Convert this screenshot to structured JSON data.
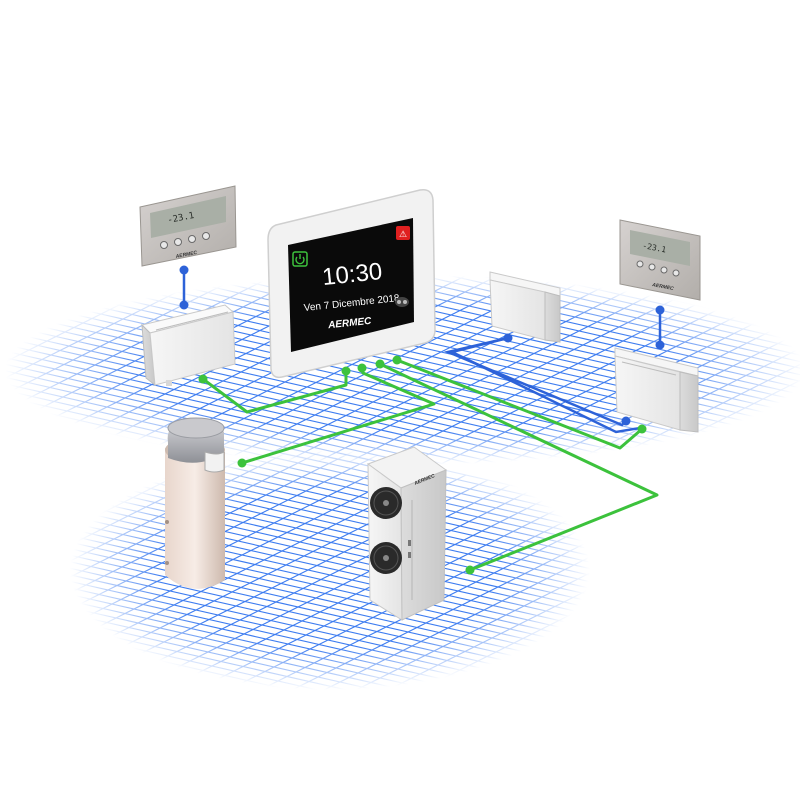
{
  "controller": {
    "time": "10:30",
    "date": "Ven 7 Dicembre 2018",
    "brand": "AERMEC",
    "power_icon": "power-icon",
    "alarm_icon": "alarm-icon",
    "power_color": "#3cc23c",
    "alarm_color": "#e02020",
    "right_icon": "cycle-icon"
  },
  "thermostats": [
    {
      "display": "-23.1",
      "brand": "AERMEC"
    },
    {
      "display": "-23.1",
      "brand": "AERMEC"
    }
  ],
  "outdoor_unit": {
    "brand": "AERMEC"
  },
  "colors": {
    "water_link": "#3cc23c",
    "bus_link": "#2d62d8",
    "grid": "#3d7cf0"
  }
}
